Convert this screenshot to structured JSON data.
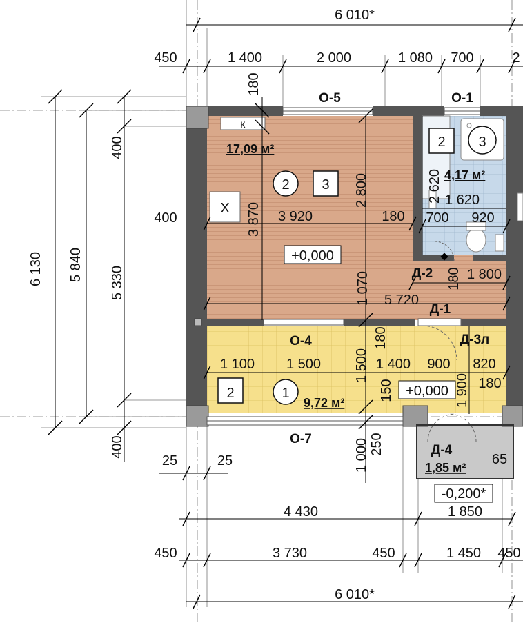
{
  "top": {
    "overall": "6 010*",
    "segments": [
      "450",
      "1 400",
      "2 000",
      "1 080",
      "700",
      "2"
    ]
  },
  "bottom": {
    "row1": [
      "4 430",
      "1 850"
    ],
    "row2": [
      "450",
      "3 730",
      "450",
      "1 450",
      "450"
    ],
    "overall": "6 010*",
    "left25a": "25",
    "left25b": "25"
  },
  "left": {
    "d6130": "6 130",
    "d5840": "5 840",
    "d5330": "5 330",
    "d400a": "400",
    "d400b": "400",
    "d400c": "400"
  },
  "windows": [
    "О-5",
    "О-1",
    "О-4",
    "О-7"
  ],
  "doors": [
    "Д-2",
    "Д-1",
    "Д-3л",
    "Д-4"
  ],
  "rooms": {
    "living": {
      "area": "17,09 м²",
      "num1": "2",
      "num2": "3",
      "elev": "+0,000"
    },
    "bath": {
      "area": "4,17 м²",
      "num1": "2",
      "num2": "3"
    },
    "hall": {
      "area": "9,72 м²",
      "num1": "1",
      "num2": "2",
      "elev": "+0,000"
    },
    "porch": {
      "area": "1,85 м²",
      "elev": "-0,200*"
    }
  },
  "fixtures": {
    "stove": "К",
    "fridge": "Х"
  },
  "inner_dims": {
    "d180top": "180",
    "d3870": "3 870",
    "d3920": "3 920",
    "d2800": "2 800",
    "d180mid": "180",
    "d2620": "2 620",
    "d1620": "1 620",
    "d700": "700",
    "d920": "920",
    "d1800": "1 800",
    "d180b": "180",
    "d1070": "1 070",
    "d5720": "5 720",
    "d180c": "180",
    "d1100": "1 100",
    "d1500a": "1 500",
    "d1500b": "1 500",
    "d1400": "1 400",
    "d900": "900",
    "d820": "820",
    "d180d": "180",
    "d1900": "1 900",
    "d150": "150",
    "d250": "250",
    "d1000": "1 000",
    "d65": "65"
  }
}
